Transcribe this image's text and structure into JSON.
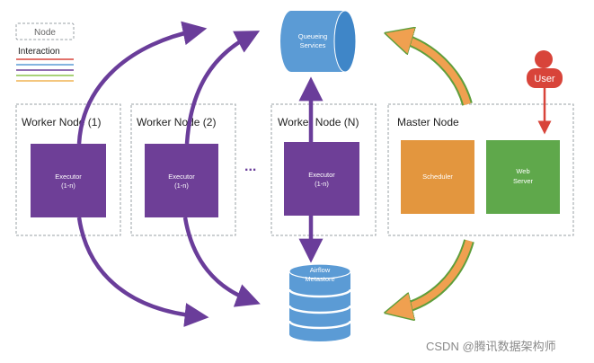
{
  "legend": {
    "node_label": "Node",
    "interaction_label": "Interaction",
    "line_colors": [
      "#d8443a",
      "#5b9bd5",
      "#6e3f97",
      "#8bc34a",
      "#f0b454"
    ]
  },
  "worker_nodes": [
    {
      "title": "Worker Node (1)",
      "executor_label": "Executor",
      "executor_sub": "(1-n)"
    },
    {
      "title": "Worker Node (2)",
      "executor_label": "Executor",
      "executor_sub": "(1-n)"
    },
    {
      "title": "Worker Node (N)",
      "executor_label": "Executor",
      "executor_sub": "(1-n)"
    }
  ],
  "ellipsis": "...",
  "master_node": {
    "title": "Master Node",
    "scheduler_label": "Scheduler",
    "webserver_line1": "Web",
    "webserver_line2": "Server"
  },
  "queue": {
    "line1": "Queueing",
    "line2": "Services"
  },
  "metastore": {
    "line1": "Airflow",
    "line2": "Metastore"
  },
  "user": {
    "label": "User"
  },
  "watermark": "CSDN @腾讯数据架构师",
  "colors": {
    "executor": "#6e3f97",
    "arrow_purple": "#6a3d9a",
    "blue": "#5b9bd5",
    "scheduler": "#e3963e",
    "webserver": "#5fa84b",
    "user": "#d8443a",
    "orange_arrow_fill": "#f0a050",
    "orange_arrow_stroke": "#5f9e3b"
  }
}
